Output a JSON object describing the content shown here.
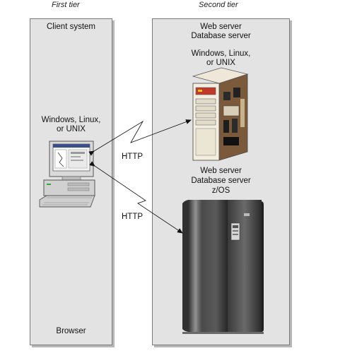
{
  "tiers": {
    "first_heading": "First tier",
    "second_heading": "Second tier"
  },
  "client": {
    "title": "Client system",
    "os_label_line1": "Windows, Linux,",
    "os_label_line2": "or UNIX",
    "footer": "Browser"
  },
  "server_top": {
    "line1": "Web server",
    "line2": "Database server",
    "os_line1": "Windows, Linux,",
    "os_line2": "or UNIX"
  },
  "server_bottom": {
    "line1": "Web server",
    "line2": "Database server",
    "line3": "z/OS"
  },
  "connections": {
    "top_protocol": "HTTP",
    "bottom_protocol": "HTTP"
  },
  "icons": {
    "client_pc": "desktop-computer-icon",
    "rack_server": "rack-server-icon",
    "mainframe": "mainframe-icon"
  }
}
